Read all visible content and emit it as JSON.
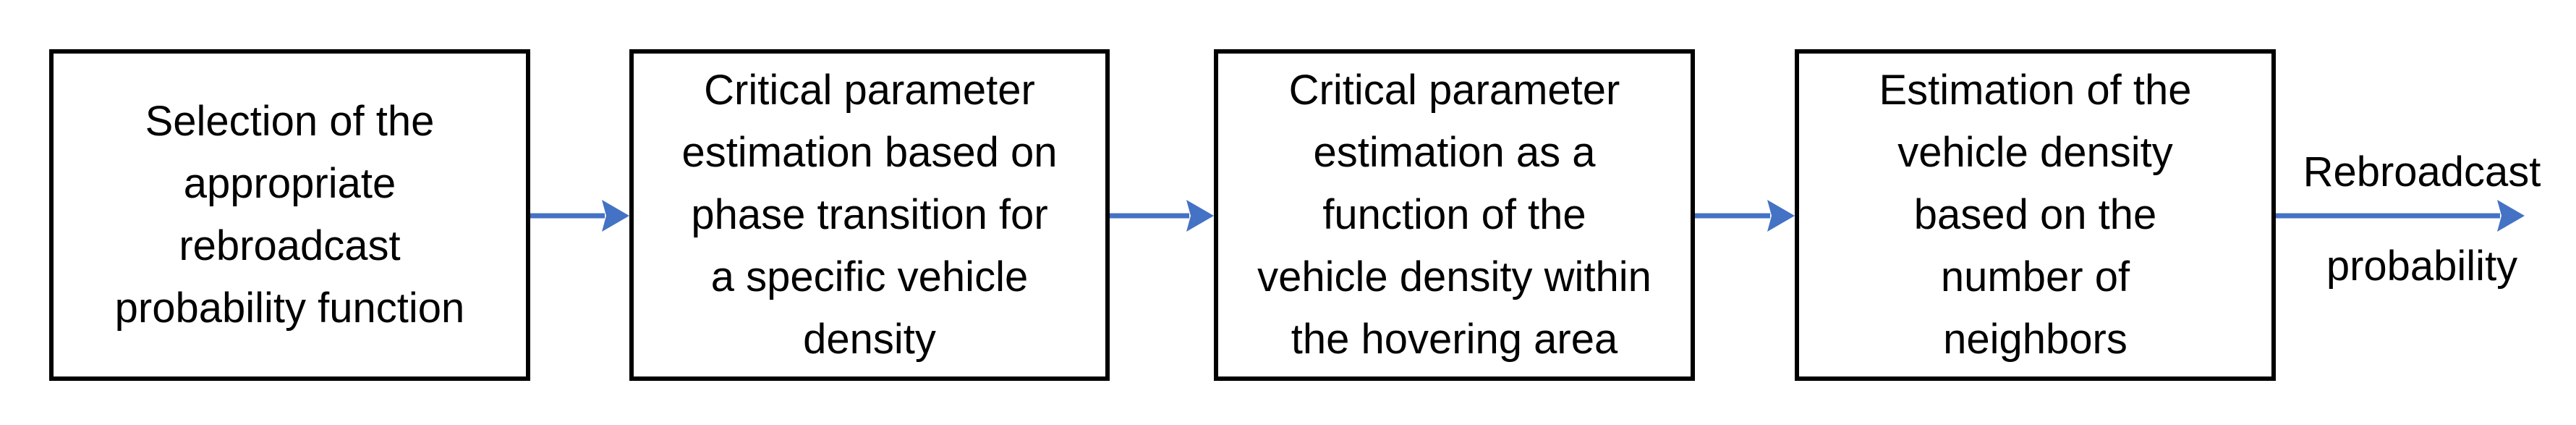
{
  "diagram": {
    "boxes": [
      {
        "lines": [
          "Selection of the",
          "appropriate",
          "rebroadcast",
          "probability function"
        ]
      },
      {
        "lines": [
          "Critical parameter",
          "estimation based on",
          "phase transition for",
          "a specific vehicle",
          "density"
        ]
      },
      {
        "lines": [
          "Critical parameter",
          "estimation as a",
          "function of the",
          "vehicle density within",
          "the hovering area"
        ]
      },
      {
        "lines": [
          "Estimation of the",
          "vehicle density",
          "based on the",
          "number of",
          "neighbors"
        ]
      }
    ],
    "output": {
      "line1": "Rebroadcast",
      "line2": "probability"
    },
    "colors": {
      "arrow": "#4472C4",
      "border": "#000000"
    }
  }
}
